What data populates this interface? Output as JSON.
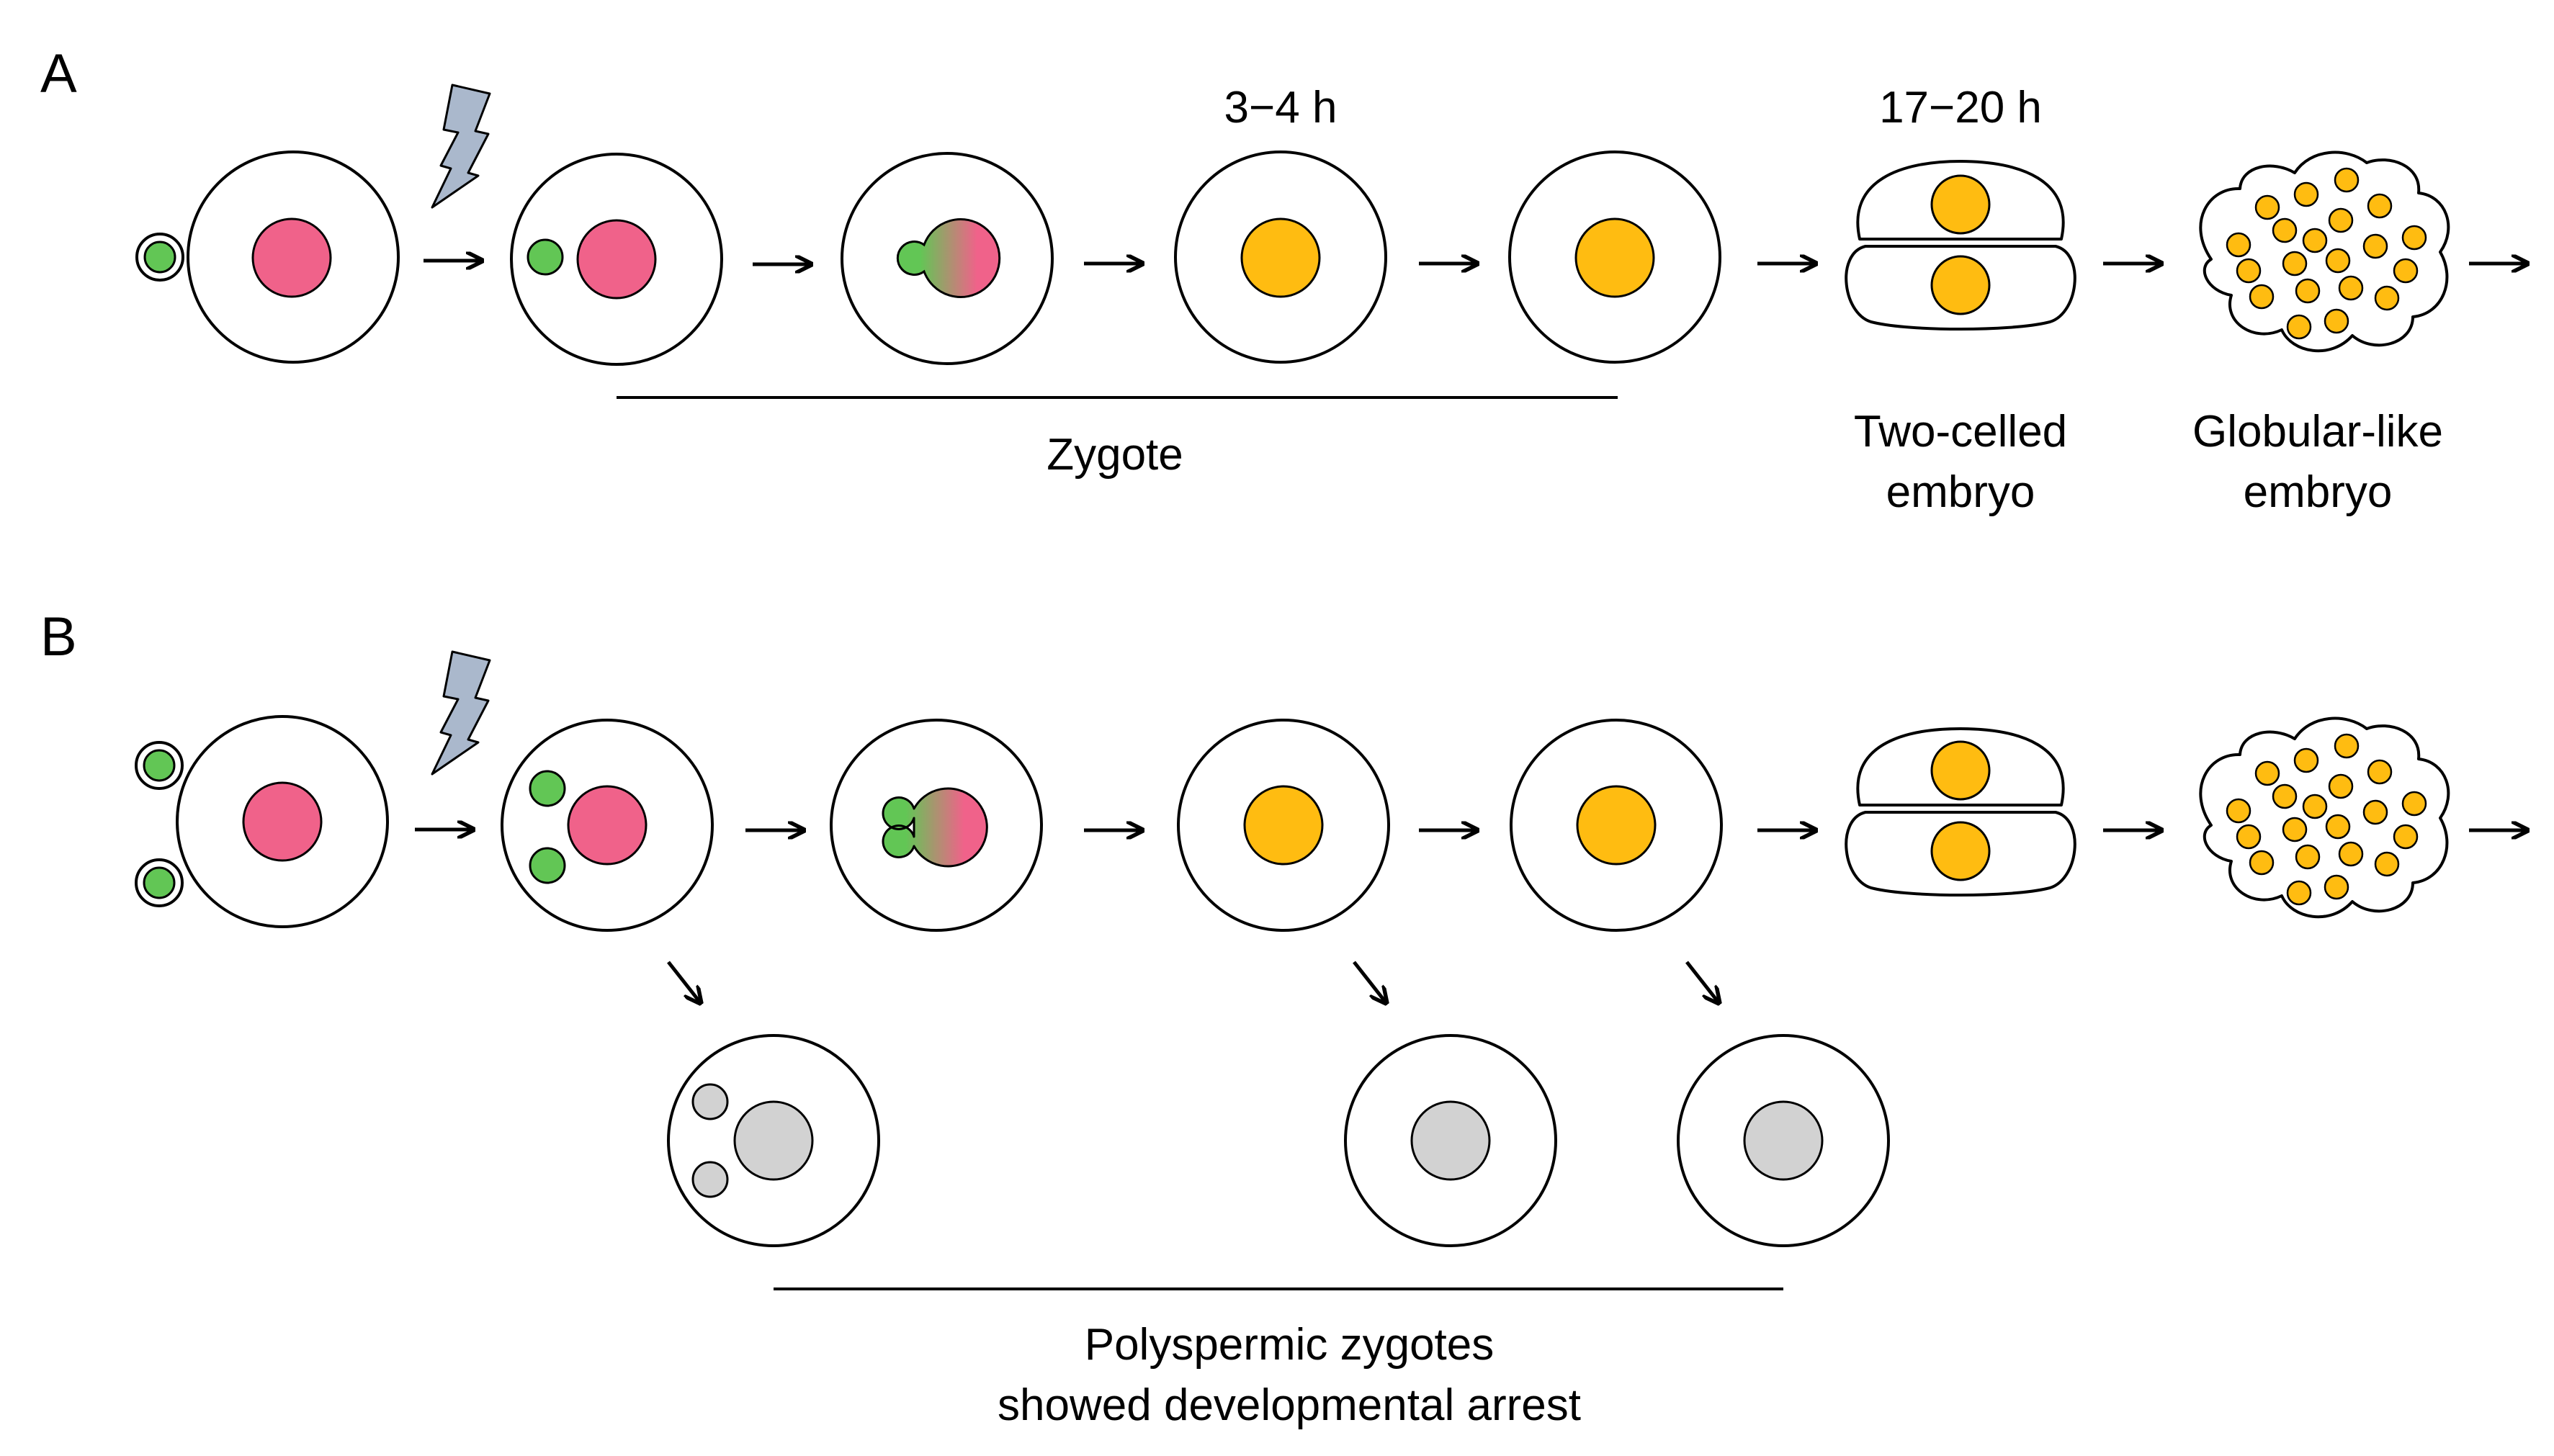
{
  "panel_a": {
    "label": "A",
    "time_early": "3−4 h",
    "time_late": "17−20 h",
    "bracket_label": "Zygote",
    "two_cell_label": [
      "Two-celled",
      "embryo"
    ],
    "globular_label": [
      "Globular-like",
      "embryo"
    ]
  },
  "panel_b": {
    "label": "B",
    "arrest_label": [
      "Polyspermic zygotes",
      "showed developmental arrest"
    ]
  },
  "colors": {
    "sperm": "#62c655",
    "egg_nucleus": "#f0628a",
    "zygote_nucleus": "#ffbc11",
    "arrested_nucleus": "#d2d2d2",
    "lightning": "#aab8cc",
    "stroke": "#000000"
  },
  "icons": [
    "lightning-bolt-icon",
    "arrow-right-icon",
    "arrow-down-right-icon"
  ]
}
